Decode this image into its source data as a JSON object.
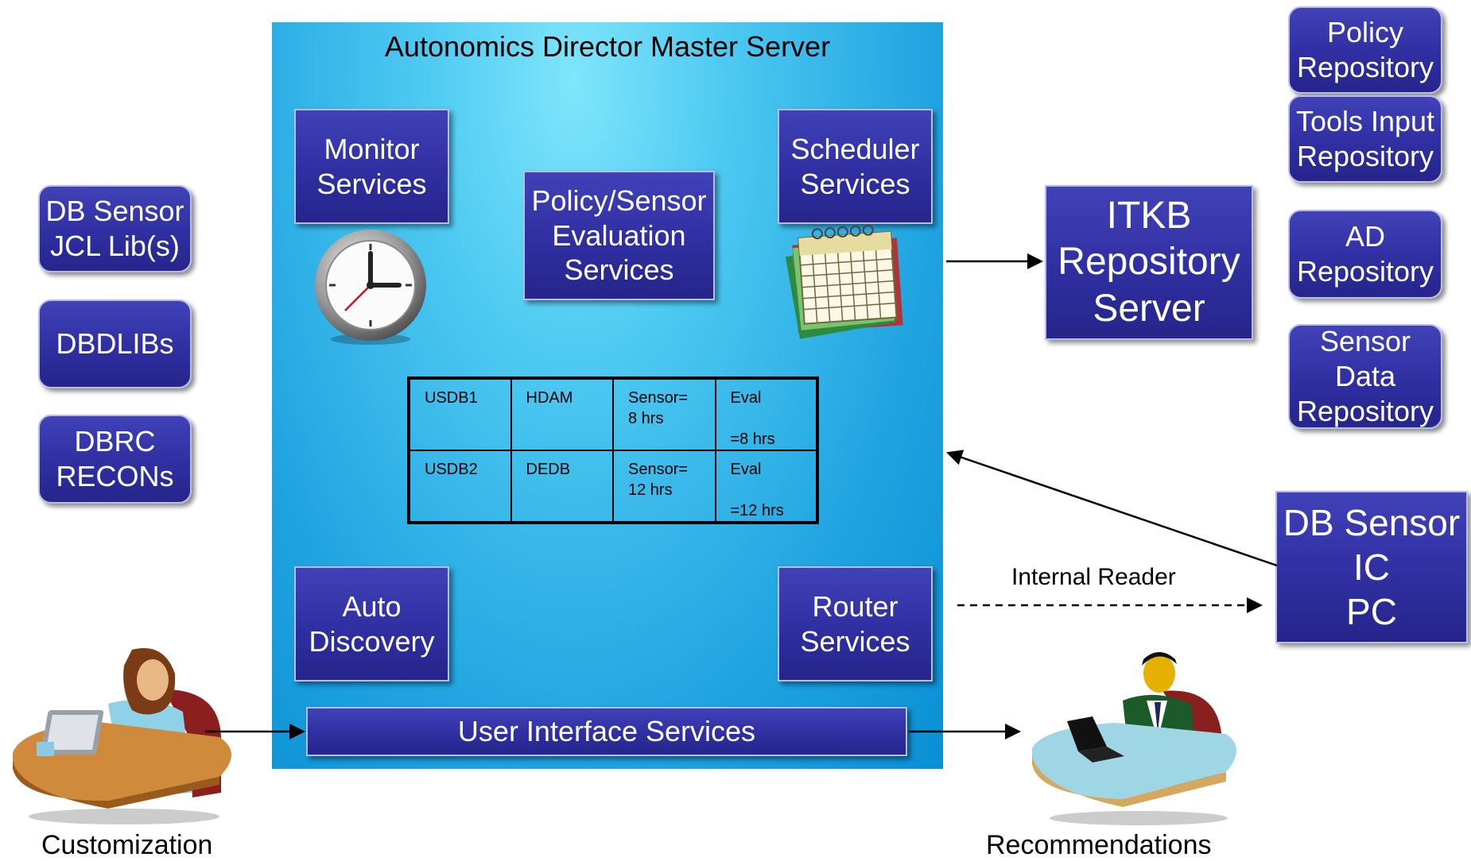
{
  "server": {
    "title": "Autonomics Director Master Server",
    "monitor": "Monitor\nServices",
    "scheduler": "Scheduler\nServices",
    "policy_eval": "Policy/Sensor\nEvaluation\nServices",
    "auto_discovery": "Auto\nDiscovery",
    "router": "Router\nServices",
    "ui_services": "User Interface Services"
  },
  "table": {
    "rows": [
      [
        "USDB1",
        "HDAM",
        "Sensor=\n8 hrs",
        "Eval\n\n=8 hrs"
      ],
      [
        "USDB2",
        "DEDB",
        "Sensor=\n12 hrs",
        "Eval\n\n=12 hrs"
      ]
    ]
  },
  "left_libs": [
    "DB Sensor\nJCL Lib(s)",
    "DBDLIBs",
    "DBRC\nRECONs"
  ],
  "right_repos": [
    "Policy\nRepository",
    "Tools Input\nRepository",
    "AD\nRepository",
    "Sensor\nData\nRepository"
  ],
  "itkb": "ITKB\nRepository\nServer",
  "db_sensor_ic": "DB Sensor\nIC\nPC",
  "internal_reader": "Internal Reader",
  "customization": "Customization",
  "recommendations": "Recommendations",
  "icons": [
    "clock-icon",
    "calendar-icon",
    "woman-at-desk-icon",
    "man-at-desk-icon"
  ],
  "colors": {
    "box": "#2f2fa2",
    "server": "#1fa3e0"
  }
}
